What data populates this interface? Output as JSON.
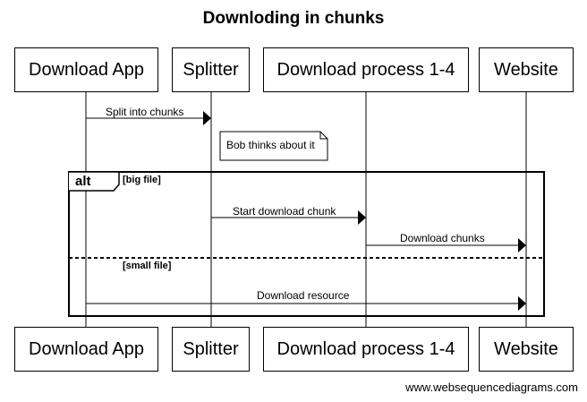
{
  "title": "Downloding in chunks",
  "participants": [
    {
      "id": "app",
      "label": "Download App"
    },
    {
      "id": "splitter",
      "label": "Splitter"
    },
    {
      "id": "process",
      "label": "Download process 1-4"
    },
    {
      "id": "website",
      "label": "Website"
    }
  ],
  "messages": [
    {
      "from": "app",
      "to": "splitter",
      "label": "Split into chunks"
    },
    {
      "from": "splitter",
      "to": "process",
      "label": "Start download chunk"
    },
    {
      "from": "process",
      "to": "website",
      "label": "Download chunks"
    },
    {
      "from": "app",
      "to": "website",
      "label": "Download resource"
    }
  ],
  "note": {
    "text": "Bob thinks about it",
    "over": "splitter"
  },
  "alt": {
    "label": "alt",
    "conditions": [
      "[big file]",
      "[small file]"
    ]
  },
  "footer": "www.websequencediagrams.com"
}
